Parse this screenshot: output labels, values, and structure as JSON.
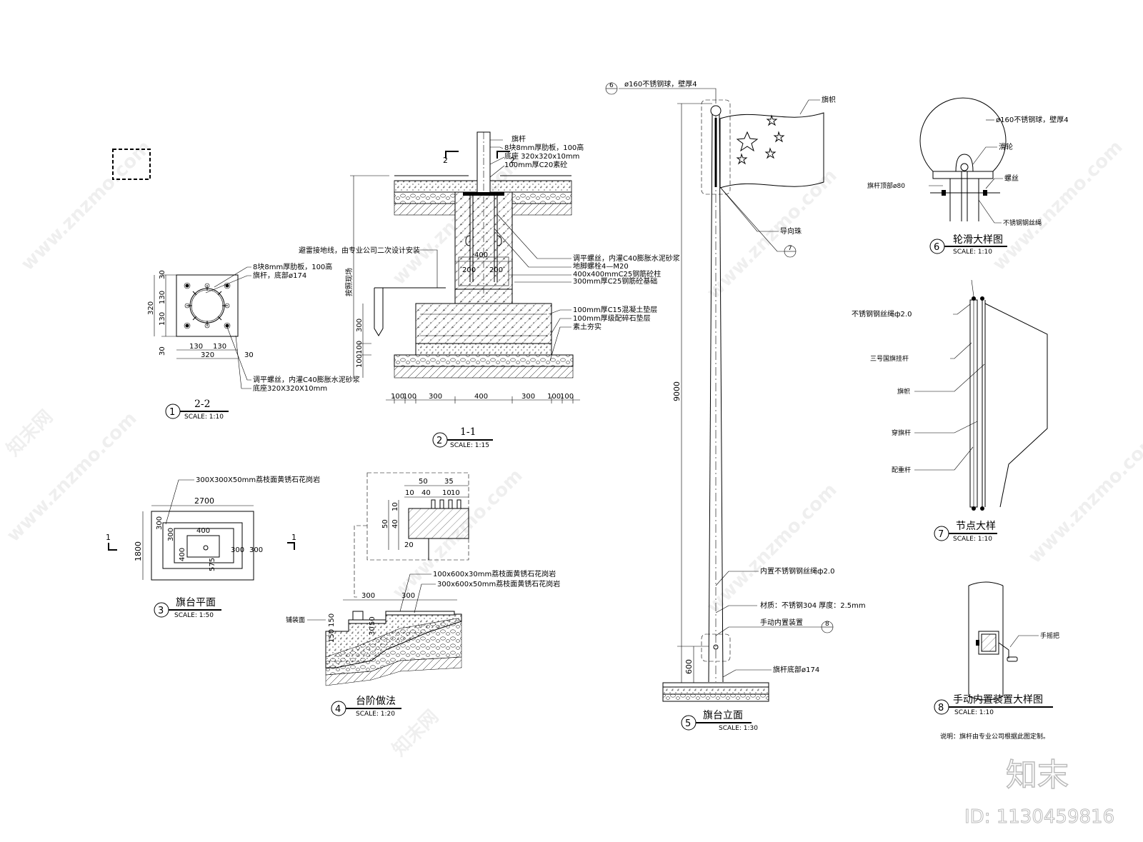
{
  "watermark": {
    "url": "www.znzmo.com",
    "brand": "知末网",
    "logo": "知末",
    "id": "ID: 1130459816"
  },
  "d1": {
    "num": "1",
    "title": "2-2",
    "scale": "SCALE:  1:10",
    "notes": [
      "8块8mm厚肋板，100高",
      "旗杆，底部ø174",
      "调平螺丝，内灌C40膨胀水泥砂浆",
      "底座320X320X10mm"
    ],
    "dims": {
      "top": "30",
      "mid1": "130",
      "mid2": "130",
      "total": "320",
      "bottom": "30",
      "h130a": "130",
      "h130b": "130",
      "h320": "320",
      "right30": "30"
    }
  },
  "d2": {
    "num": "2",
    "title": "1-1",
    "scale": "SCALE:  1:15",
    "section_mark": "2",
    "notes": [
      "旗杆",
      "8块8mm厚肋板，100高",
      "底座 320x320x10mm",
      "100mm厚C20素砼",
      "避雷接地线，由专业公司二次设计安装",
      "调平螺丝，内灌C40膨胀水泥砂浆",
      "地脚螺栓4—M20",
      "400x400mmC25钢筋砼柱",
      "300mm厚C25钢筋砼基础",
      "100mm厚C15混凝土垫层",
      "100mm厚级配碎石垫层",
      "素土夯实"
    ],
    "vlabel": "按照现场",
    "dims": {
      "d400": "400",
      "d200a": "200",
      "d200b": "200",
      "d300": "300",
      "d100a": "100",
      "d100b": "100"
    },
    "bottom_dims": [
      "100",
      "100",
      "300",
      "400",
      "300",
      "100",
      "100"
    ]
  },
  "d3": {
    "num": "3",
    "title": "旗台平面",
    "scale": "SCALE:  1:50",
    "section_mark": "1",
    "note": "300X300X50mm荔枝面黄锈石花岗岩",
    "dims": {
      "w": "2700",
      "h": "1800",
      "t300": "300",
      "l300": "300",
      "i400": "400",
      "i400v": "400",
      "r300a": "300",
      "r300b": "300",
      "v575": "575"
    }
  },
  "d4": {
    "num": "4",
    "title": "台阶做法",
    "scale": "SCALE:  1:20",
    "notes": [
      "100x600x30mm荔枝面黄锈石花岗岩",
      "300x600x50mm荔枝面黄锈石花岗岩",
      "铺装面"
    ],
    "detail_dims": {
      "a": "50",
      "b": "35",
      "c": "10",
      "d": "10",
      "e": "10",
      "f": "40",
      "g": "50",
      "h": "10",
      "i": "40",
      "j": "20"
    },
    "dims": {
      "w300a": "300",
      "w300b": "300",
      "h150a": "150",
      "h150b": "150",
      "h50": "50",
      "h30": "30"
    }
  },
  "d5": {
    "num": "5",
    "title": "旗台立面",
    "scale": "SCALE:  1:30",
    "notes": [
      "ø160不锈钢球，壁厚4",
      "旗帜",
      "导向珠",
      "内置不锈钢钢丝绳ф2.0",
      "材质：不锈钢304 厚度：2.5mm",
      "手动内置装置",
      "旗杆底部ø174"
    ],
    "refs": {
      "r6": "6",
      "r7": "7",
      "r8": "8"
    },
    "dims": {
      "h9000": "9000",
      "h600": "600"
    }
  },
  "d6": {
    "num": "6",
    "title": "轮滑大样图",
    "scale": "SCALE:  1:10",
    "notes": [
      "ø160不锈钢球，壁厚4",
      "滑轮",
      "螺丝",
      "旗杆顶部ø80",
      "不锈钢钢丝绳"
    ]
  },
  "d7": {
    "num": "7",
    "title": "节点大样",
    "scale": "SCALE:  1:10",
    "notes": [
      "不锈钢钢丝绳ф2.0",
      "三号国旗挂杆",
      "旗帜",
      "穿旗杆",
      "配重杆"
    ]
  },
  "d8": {
    "num": "8",
    "title": "手动内置装置大样图",
    "scale": "SCALE:  1:10",
    "notes": [
      "手摇把"
    ],
    "footnote": "说明：旗杆由专业公司根据此图定制。"
  }
}
